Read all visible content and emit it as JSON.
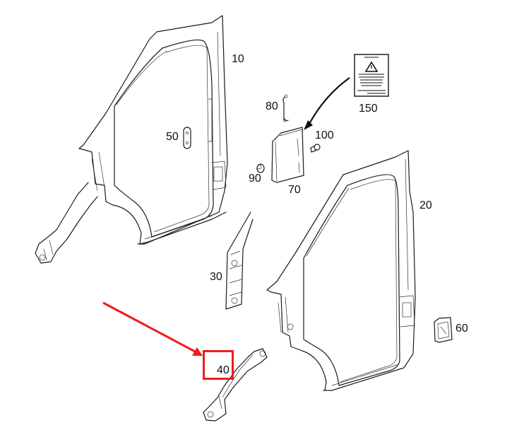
{
  "diagram": {
    "type": "exploded parts diagram",
    "subject": "Van body side panels, front door frames and related parts",
    "highlight_color": "#ee1c1c",
    "line_color": "#1a1a1a",
    "background": "#ffffff"
  },
  "callouts": [
    {
      "id": "10",
      "label": "10",
      "part": "Left side door frame panel"
    },
    {
      "id": "20",
      "label": "20",
      "part": "Right side door frame panel"
    },
    {
      "id": "30",
      "label": "30",
      "part": "A-pillar reinforcement"
    },
    {
      "id": "40",
      "label": "40",
      "part": "Wheel arch reinforcement",
      "highlighted": true
    },
    {
      "id": "50",
      "label": "50",
      "part": "Plate / bracket"
    },
    {
      "id": "60",
      "label": "60",
      "part": "Fuel filler housing / bezel"
    },
    {
      "id": "70",
      "label": "70",
      "part": "Cover panel"
    },
    {
      "id": "80",
      "label": "80",
      "part": "Retaining clip wire"
    },
    {
      "id": "90",
      "label": "90",
      "part": "Plug / grommet"
    },
    {
      "id": "100",
      "label": "100",
      "part": "Screw"
    },
    {
      "id": "150",
      "label": "150",
      "part": "Warning label"
    }
  ],
  "highlight": {
    "target_callout": "40",
    "arrow": "red arrow pointing to highlighted callout box"
  },
  "warning_label": {
    "icon": "warning-triangle-icon"
  }
}
